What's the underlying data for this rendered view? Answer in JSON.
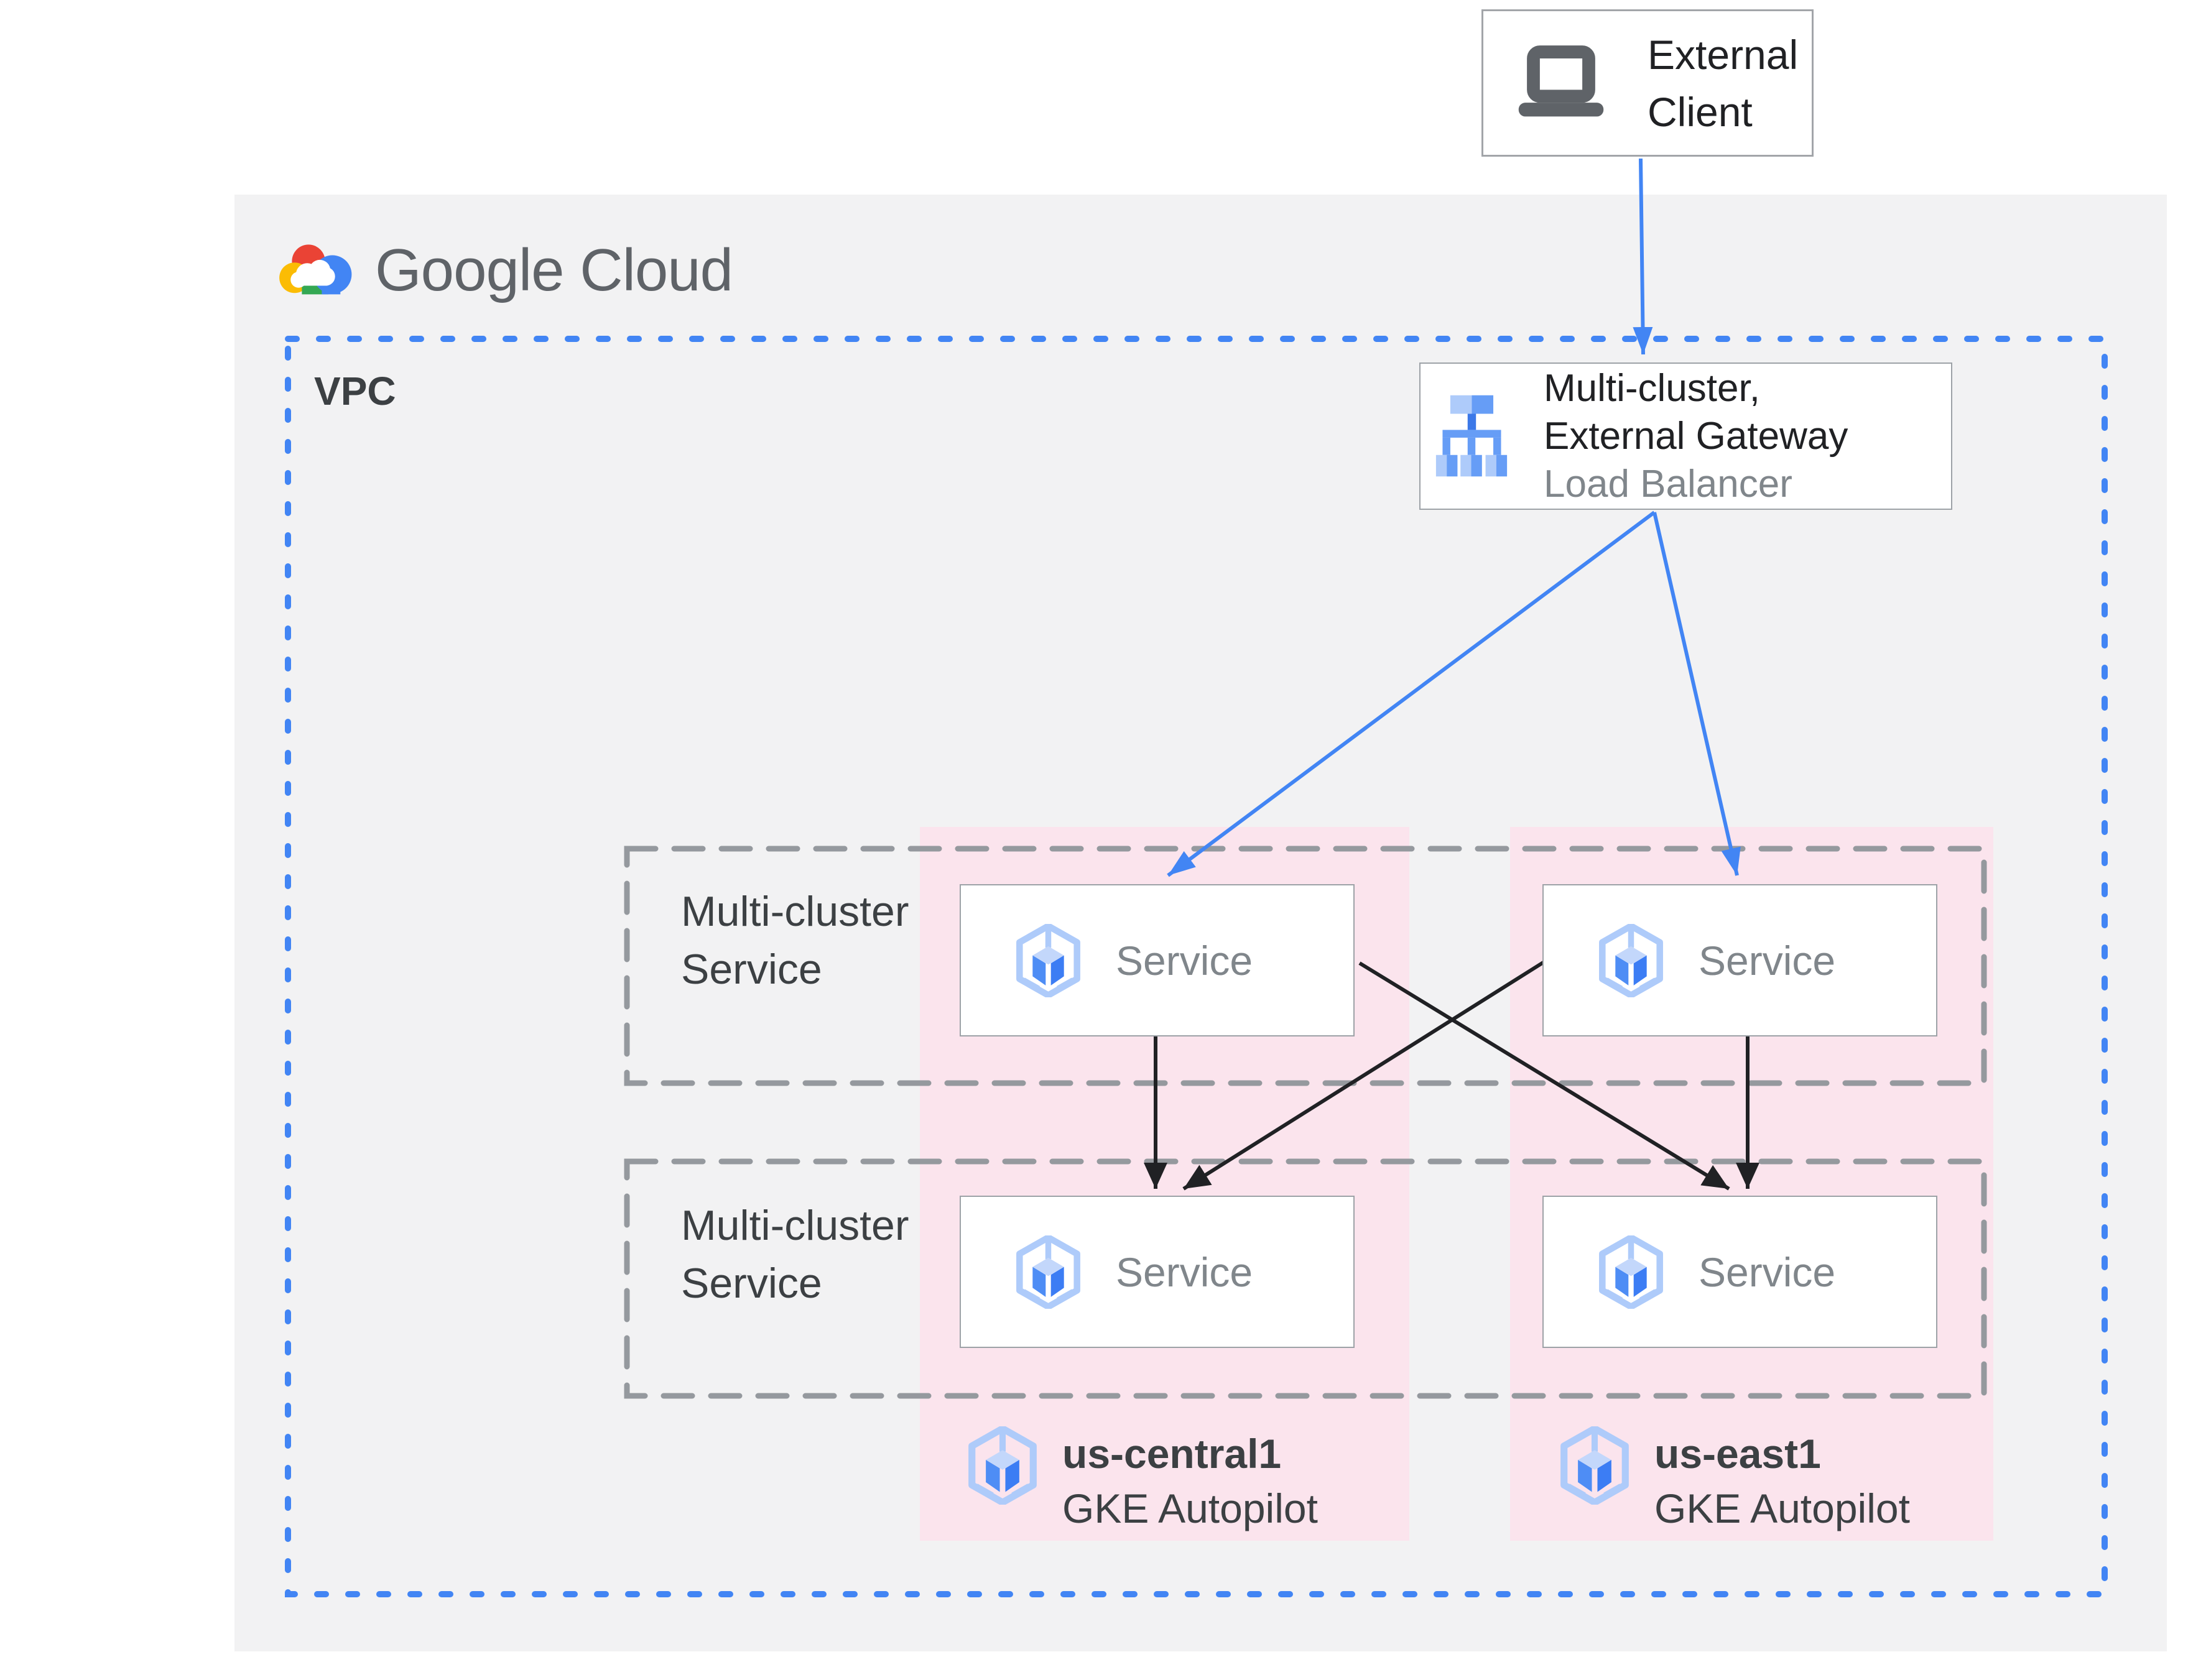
{
  "header": {
    "logo_text": "Google Cloud"
  },
  "vpc": {
    "label": "VPC"
  },
  "external_client": {
    "line1": "External",
    "line2": "Client"
  },
  "load_balancer": {
    "title_line1": "Multi-cluster,",
    "title_line2": "External Gateway",
    "subtitle": "Load Balancer"
  },
  "service_rows": [
    {
      "label_line1": "Multi-cluster",
      "label_line2": "Service"
    },
    {
      "label_line1": "Multi-cluster",
      "label_line2": "Service"
    }
  ],
  "services": [
    {
      "label": "Service"
    },
    {
      "label": "Service"
    },
    {
      "label": "Service"
    },
    {
      "label": "Service"
    }
  ],
  "clusters": [
    {
      "region": "us-central1",
      "platform": "GKE Autopilot"
    },
    {
      "region": "us-east1",
      "platform": "GKE Autopilot"
    }
  ],
  "colors": {
    "google_blue": "#4285F4",
    "arrow_black": "#202124",
    "pink_column": "#FBE4ED",
    "panel_gray": "#F2F2F3",
    "dashed_border_gray": "#95999E",
    "box_border_gray": "#9DA2A7",
    "text_dark": "#202124",
    "text_gray": "#80868B",
    "icon_blue_light": "#AECBFA",
    "icon_blue_medium": "#669DF6",
    "icon_blue_dark": "#3B78E8",
    "logo_red": "#EA4335",
    "logo_yellow": "#FBBC04",
    "logo_green": "#34A853"
  }
}
